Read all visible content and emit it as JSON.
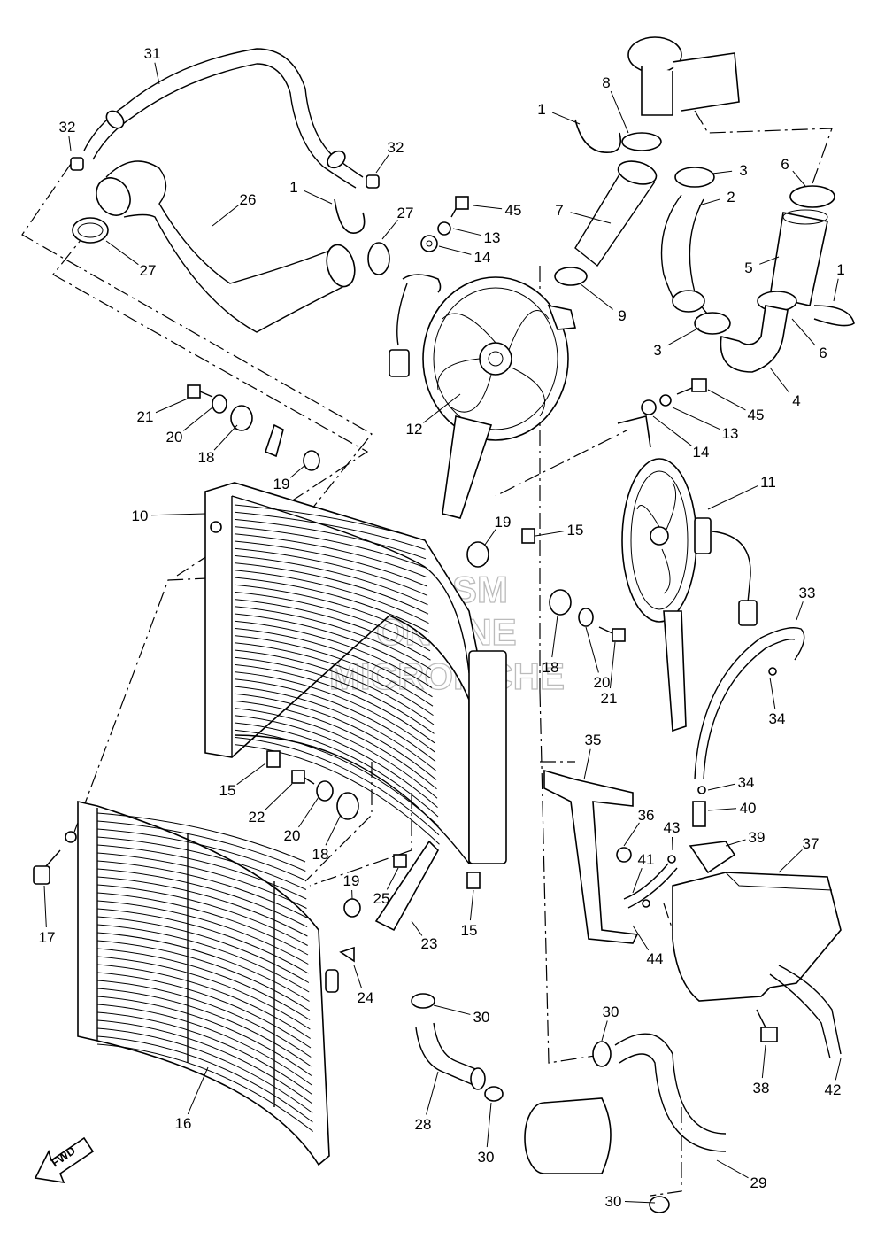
{
  "watermark": {
    "line1": "HLSM",
    "line2": "ONLINE",
    "line3": "MICROFICHE"
  },
  "fwd_label": "FWD",
  "callouts": [
    {
      "id": "c31a",
      "text": "31"
    },
    {
      "id": "c32a",
      "text": "32"
    },
    {
      "id": "c32b",
      "text": "32"
    },
    {
      "id": "c26",
      "text": "26"
    },
    {
      "id": "c1a",
      "text": "1"
    },
    {
      "id": "c27a",
      "text": "27"
    },
    {
      "id": "c27b",
      "text": "27"
    },
    {
      "id": "c45a",
      "text": "45"
    },
    {
      "id": "c13a",
      "text": "13"
    },
    {
      "id": "c14a",
      "text": "14"
    },
    {
      "id": "c8",
      "text": "8"
    },
    {
      "id": "c1b",
      "text": "1"
    },
    {
      "id": "c3a",
      "text": "3"
    },
    {
      "id": "c6a",
      "text": "6"
    },
    {
      "id": "c7",
      "text": "7"
    },
    {
      "id": "c2",
      "text": "2"
    },
    {
      "id": "c5",
      "text": "5"
    },
    {
      "id": "c1c",
      "text": "1"
    },
    {
      "id": "c9",
      "text": "9"
    },
    {
      "id": "c3b",
      "text": "3"
    },
    {
      "id": "c6b",
      "text": "6"
    },
    {
      "id": "c4",
      "text": "4"
    },
    {
      "id": "c45b",
      "text": "45"
    },
    {
      "id": "c13b",
      "text": "13"
    },
    {
      "id": "c14b",
      "text": "14"
    },
    {
      "id": "c12",
      "text": "12"
    },
    {
      "id": "c21a",
      "text": "21"
    },
    {
      "id": "c20a",
      "text": "20"
    },
    {
      "id": "c18a",
      "text": "18"
    },
    {
      "id": "c19a",
      "text": "19"
    },
    {
      "id": "c10",
      "text": "10"
    },
    {
      "id": "c11",
      "text": "11"
    },
    {
      "id": "c19b",
      "text": "19"
    },
    {
      "id": "c15a",
      "text": "15"
    },
    {
      "id": "c18b",
      "text": "18"
    },
    {
      "id": "c20b",
      "text": "20"
    },
    {
      "id": "c21b",
      "text": "21"
    },
    {
      "id": "c33",
      "text": "33"
    },
    {
      "id": "c34a",
      "text": "34"
    },
    {
      "id": "c35",
      "text": "35"
    },
    {
      "id": "c15b",
      "text": "15"
    },
    {
      "id": "c22",
      "text": "22"
    },
    {
      "id": "c20c",
      "text": "20"
    },
    {
      "id": "c18c",
      "text": "18"
    },
    {
      "id": "c34b",
      "text": "34"
    },
    {
      "id": "c40",
      "text": "40"
    },
    {
      "id": "c36",
      "text": "36"
    },
    {
      "id": "c43",
      "text": "43"
    },
    {
      "id": "c39",
      "text": "39"
    },
    {
      "id": "c37",
      "text": "37"
    },
    {
      "id": "c41",
      "text": "41"
    },
    {
      "id": "c17",
      "text": "17"
    },
    {
      "id": "c19c",
      "text": "19"
    },
    {
      "id": "c25",
      "text": "25"
    },
    {
      "id": "c23",
      "text": "23"
    },
    {
      "id": "c15c",
      "text": "15"
    },
    {
      "id": "c44",
      "text": "44"
    },
    {
      "id": "c24",
      "text": "24"
    },
    {
      "id": "c30a",
      "text": "30"
    },
    {
      "id": "c30b",
      "text": "30"
    },
    {
      "id": "c38",
      "text": "38"
    },
    {
      "id": "c42",
      "text": "42"
    },
    {
      "id": "c16",
      "text": "16"
    },
    {
      "id": "c28",
      "text": "28"
    },
    {
      "id": "c30c",
      "text": "30"
    },
    {
      "id": "c29",
      "text": "29"
    },
    {
      "id": "c30d",
      "text": "30"
    }
  ]
}
